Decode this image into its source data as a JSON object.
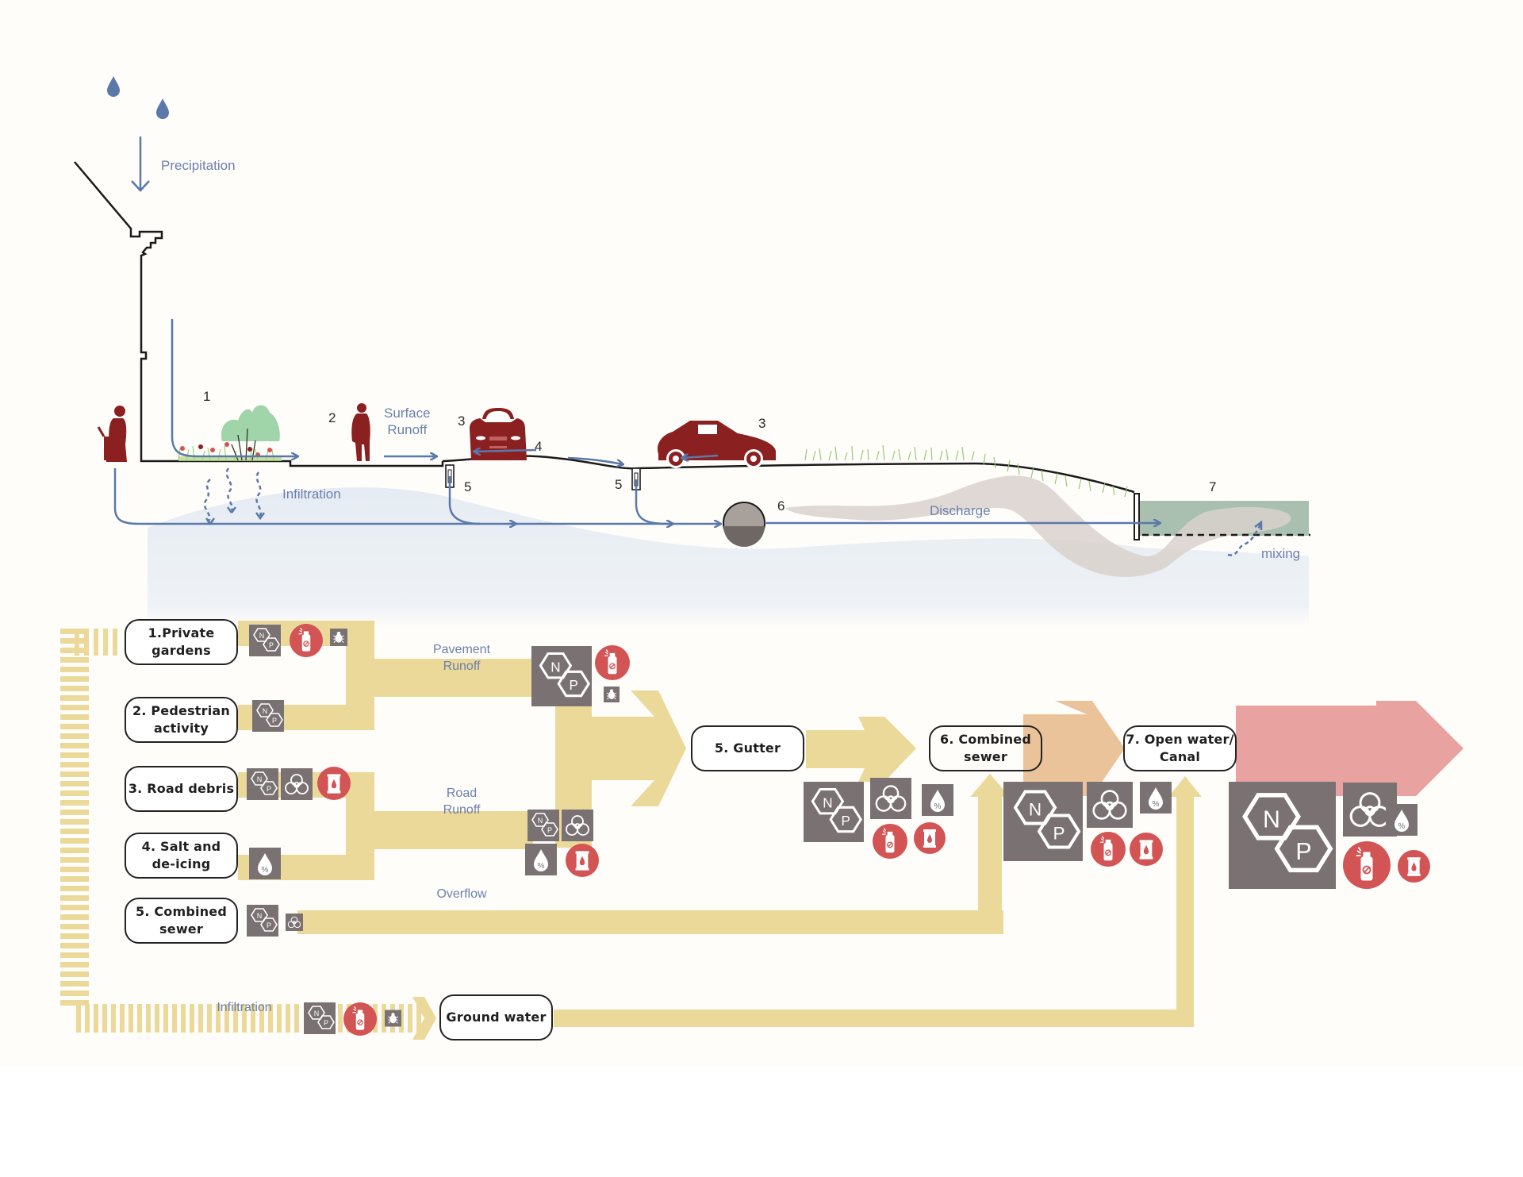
{
  "cross_section": {
    "labels": {
      "precipitation": "Precipitation",
      "surface_runoff_line1": "Surface",
      "surface_runoff_line2": "Runoff",
      "infiltration": "Infiltration",
      "discharge": "Discharge",
      "mixing": "mixing"
    },
    "markers": [
      "1",
      "2",
      "3",
      "4",
      "5",
      "5",
      "3",
      "6",
      "7"
    ]
  },
  "flow_diagram": {
    "sources": [
      {
        "label": "1.Private gardens"
      },
      {
        "label_line1": "2. Pedestrian",
        "label_line2": "activity"
      },
      {
        "label": "3. Road debris"
      },
      {
        "label_line1": "4. Salt and",
        "label_line2": "de-icing"
      },
      {
        "label_line1": "5. Combined",
        "label_line2": "sewer"
      }
    ],
    "flow_labels": {
      "pavement_runoff_line1": "Pavement",
      "pavement_runoff_line2": "Runoff",
      "road_runoff_line1": "Road",
      "road_runoff_line2": "Runoff",
      "overflow": "Overflow",
      "infiltration": "Infiltration"
    },
    "nodes": {
      "gutter": "5. Gutter",
      "combined_sewer_line1": "6. Combined",
      "combined_sewer_line2": "sewer",
      "open_water_line1": "7. Open water/",
      "open_water_line2": "Canal",
      "ground_water": "Ground water"
    },
    "pollutant_icons": {
      "nutrients": {
        "icon": "nutrients-np-icon",
        "letter_n": "N",
        "letter_p": "P"
      },
      "pesticide": {
        "icon": "pesticide-spray-icon"
      },
      "pathogen": {
        "icon": "bug-icon"
      },
      "biohazard": {
        "icon": "biohazard-icon"
      },
      "oil": {
        "icon": "oil-barrel-icon"
      },
      "salt": {
        "icon": "salt-drop-percent-icon",
        "symbol": "%"
      }
    }
  },
  "colors": {
    "flow_yellow": "#ebd99a",
    "flow_peach": "#ebc39a",
    "flow_pink": "#e8a2a0",
    "icon_grey": "#7a7172",
    "icon_red": "#d25454",
    "water_blue": "#5b78ab",
    "figure_red": "#8b2020",
    "canal_green": "#a9c0b1",
    "groundwater_bg": "#eaeff5",
    "plume": "#d9d1cc"
  }
}
